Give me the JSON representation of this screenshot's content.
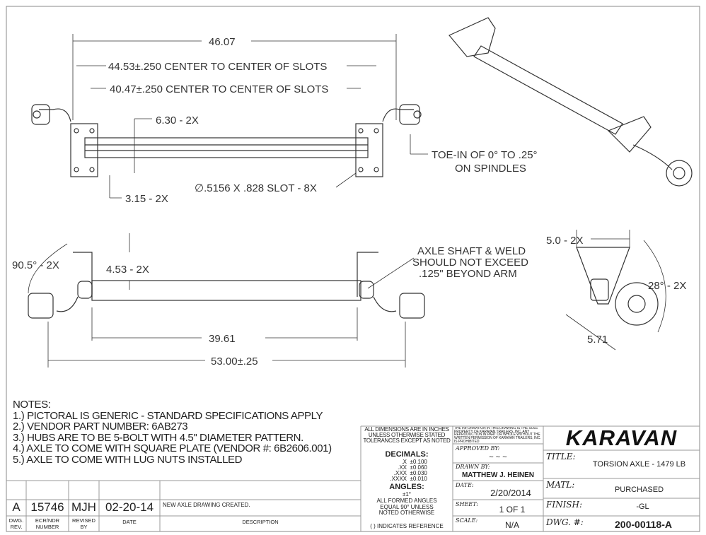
{
  "top_view": {
    "overall": "46.07",
    "slots_outer": "44.53±.250 CENTER TO CENTER OF SLOTS",
    "slots_inner": "40.47±.250 CENTER TO CENTER OF SLOTS",
    "dim_630": "6.30 - 2X",
    "dim_315": "3.15 - 2X",
    "slot": "∅.5156 X .828 SLOT - 8X",
    "toe_in_1": "TOE-IN OF 0° TO .25°",
    "toe_in_2": "ON SPINDLES"
  },
  "front_view": {
    "angle": "90.5° - 2X",
    "dim_453": "4.53 - 2X",
    "shaft": "39.61",
    "overall": "53.00±.25",
    "weld_1": "AXLE SHAFT & WELD",
    "weld_2": "SHOULD NOT EXCEED",
    "weld_3": ".125\" BEYOND ARM"
  },
  "side_view": {
    "dim_50": "5.0 - 2X",
    "angle": "28° - 2X",
    "dim_571": "5.71"
  },
  "notes": {
    "title": "NOTES:",
    "items": [
      "1.)  PICTORAL IS GENERIC - STANDARD SPECIFICATIONS APPLY",
      "2.)  VENDOR PART NUMBER: 6AB273",
      "3.)  HUBS ARE TO BE 5-BOLT WITH 4.5\" DIAMETER PATTERN.",
      "4.) AXLE TO COME WITH SQUARE PLATE (VENDOR #: 6B2606.001)",
      "5.) AXLE TO COME WITH LUG NUTS INSTALLED"
    ]
  },
  "revision": {
    "row": {
      "rev": "A",
      "ecr": "15746",
      "by": "MJH",
      "date": "02-20-14",
      "desc": "NEW AXLE DRAWING CREATED."
    },
    "headers": {
      "rev": "DWG. REV.",
      "ecr": "ECR/NDR NUMBER",
      "by": "REVISED BY",
      "date": "DATE",
      "desc": "DESCRIPTION"
    }
  },
  "tolerances": {
    "header": "ALL DIMENSIONS ARE IN INCHES UNLESS OTHERWISE STATED TOLERANCES EXCEPT AS NOTED",
    "decimals_title": "DECIMALS:",
    "decimals": [
      {
        "k": ".X",
        "v": "±0.100"
      },
      {
        "k": ".XX",
        "v": "±0.060"
      },
      {
        "k": ".XXX",
        "v": "±0.030"
      },
      {
        "k": ".XXXX",
        "v": "±0.010"
      }
    ],
    "angles_title": "ANGLES:",
    "angles": "±1°",
    "formed": "ALL FORMED ANGLES EQUAL 90° UNLESS NOTED OTHERWISE",
    "reference": "( )  INDICATES REFERENCE"
  },
  "info": {
    "proprietary": "THE INFORMATION IN THIS DRAWING IS THE SOLE PROPERTY OF KARAVAN TRAILERS, INC. ANY REPRODUCTION IN PART OR WHOLE WITHOUT THE WRITTEN PERMISSION OF KARAVAN TRAILERS, INC. IS PROHIBITED",
    "approved_label": "APPROVED BY:",
    "approved": "~ ~ ~",
    "drawn_label": "DRAWN BY:",
    "drawn": "MATTHEW J. HEINEN",
    "date_label": "DATE:",
    "date": "2/20/2014",
    "sheet_label": "SHEET:",
    "sheet": "1 OF 1",
    "scale_label": "SCALE:",
    "scale": "N/A"
  },
  "title_block": {
    "logo": "KARAVAN",
    "title_label": "TITLE:",
    "title": "TORSION AXLE - 1479 LB",
    "matl_label": "MATL:",
    "matl": "PURCHASED",
    "finish_label": "FINISH:",
    "finish": "-GL",
    "dwg_label": "DWG. #:",
    "dwg": "200-00118-A"
  }
}
